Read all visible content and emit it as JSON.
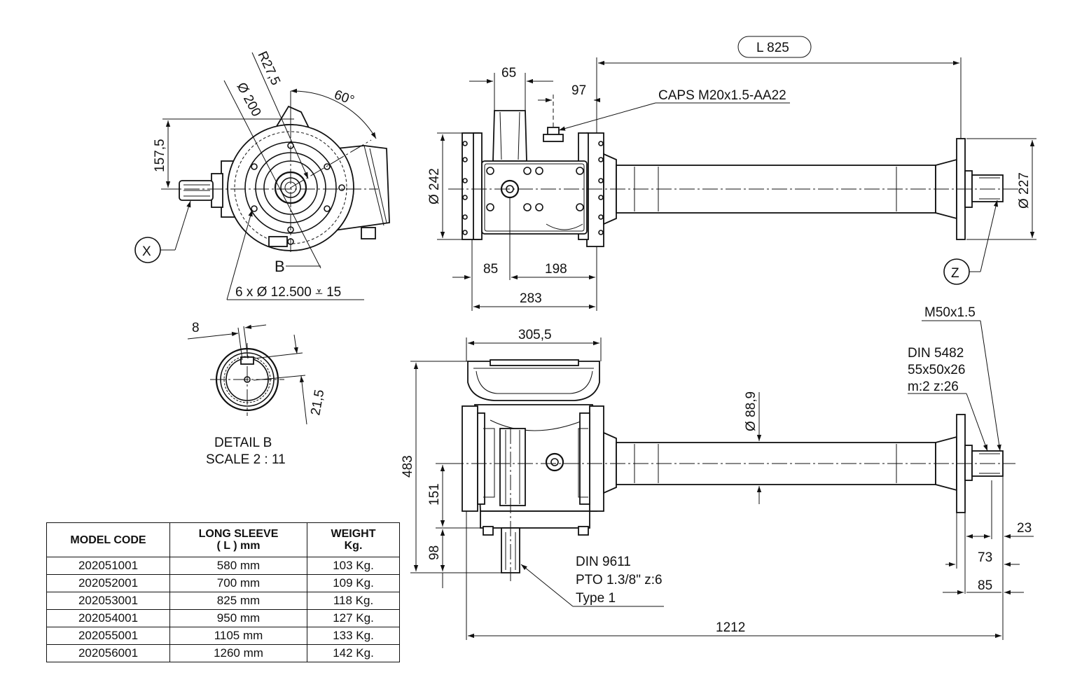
{
  "labels": {
    "r275": "R27,5",
    "d200": "Ø 200",
    "a60": "60°",
    "h1575": "157,5",
    "holes": "6 x  Ø  12.500 ⩡ 15",
    "caps": "CAPS M20x1.5-AA22",
    "L": "L 825",
    "w65": "65",
    "w97": "97",
    "d242": "Ø 242",
    "d227": "Ø 227",
    "w85": "85",
    "w198": "198",
    "w283": "283",
    "w8": "8",
    "w215": "21,5",
    "detail": "DETAIL B",
    "scale": "SCALE 2 : 11",
    "w3055": "305,5",
    "d889": "Ø 88,9",
    "h483": "483",
    "h151": "151",
    "h98": "98",
    "m50": "M50x1.5",
    "din5482": "DIN 5482",
    "spline": "55x50x26",
    "module": "m:2 z:26",
    "din9611": "DIN 9611",
    "pto": "PTO 1.3/8\" z:6",
    "type": "Type 1",
    "w1212": "1212",
    "w23": "23",
    "w73": "73",
    "w85b": "85",
    "x": "X",
    "z": "Z",
    "b": "B"
  },
  "table": {
    "headers": [
      "MODEL CODE",
      "LONG SLEEVE\n( L ) mm",
      "WEIGHT\nKg."
    ],
    "rows": [
      [
        "202051001",
        "580 mm",
        "103 Kg."
      ],
      [
        "202052001",
        "700 mm",
        "109 Kg."
      ],
      [
        "202053001",
        "825 mm",
        "118 Kg."
      ],
      [
        "202054001",
        "950 mm",
        "127 Kg."
      ],
      [
        "202055001",
        "1105 mm",
        "133 Kg."
      ],
      [
        "202056001",
        "1260 mm",
        "142 Kg."
      ]
    ]
  }
}
